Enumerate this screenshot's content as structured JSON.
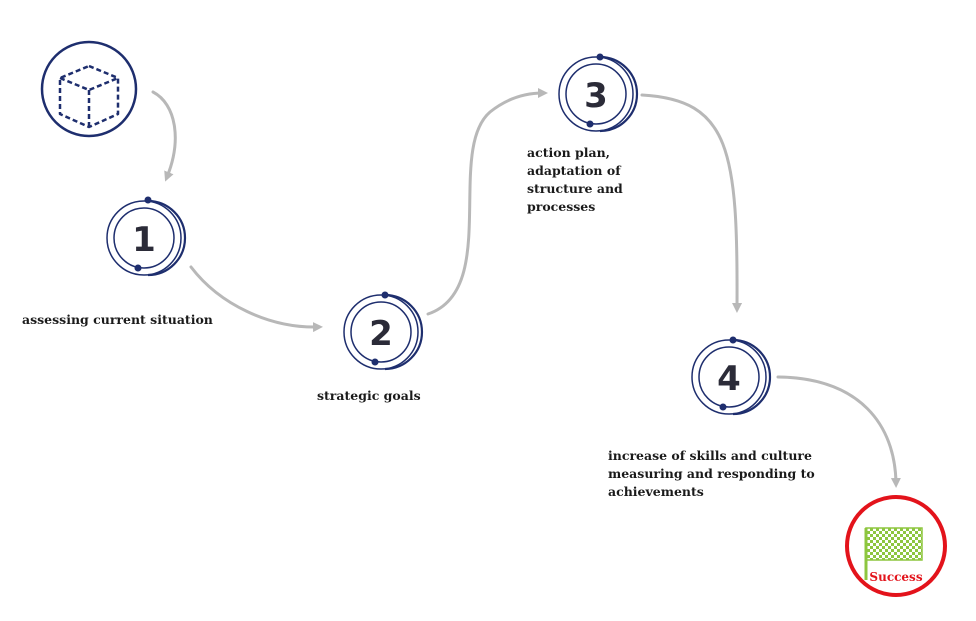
{
  "steps": [
    {
      "number": "1",
      "label": "assessing current situation"
    },
    {
      "number": "2",
      "label": "strategic goals"
    },
    {
      "number": "3",
      "label": "action plan,\nadaptation of\nstructure and\nprocesses"
    },
    {
      "number": "4",
      "label": "increase of skills and culture\nmeasuring and responding to\nachievements"
    }
  ],
  "start": {
    "icon": "cube-icon"
  },
  "end": {
    "label": "Success",
    "icon": "checkered-flag-icon"
  },
  "colors": {
    "circle": "#1e2e6e",
    "arrow": "#b8b8b8",
    "success_ring": "#e3131b",
    "flag": "#8dc63f"
  }
}
